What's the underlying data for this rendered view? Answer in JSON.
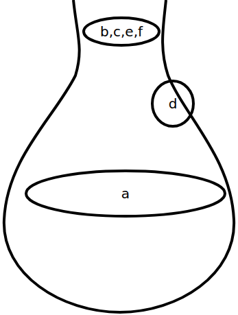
{
  "diagram": {
    "nodes": [
      {
        "text": [
          "b,c,e,f"
        ]
      },
      {
        "text": [
          "d"
        ]
      },
      {
        "text": [
          "a"
        ]
      }
    ]
  }
}
